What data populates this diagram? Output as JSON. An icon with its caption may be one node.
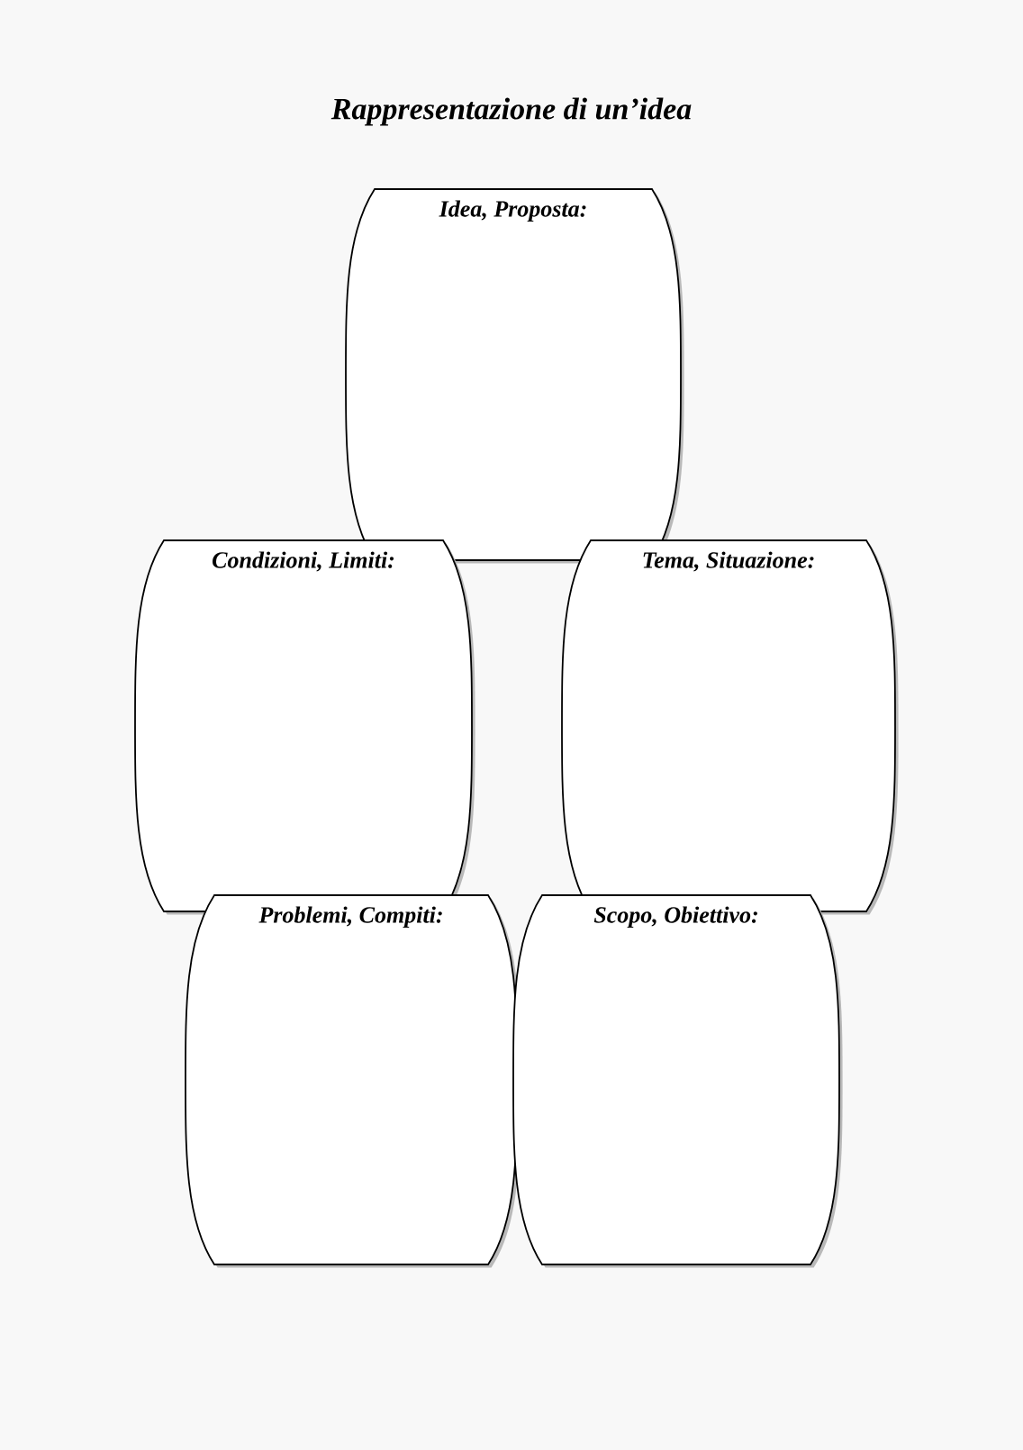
{
  "diagram": {
    "title": "Rappresentazione di un’idea",
    "nodes": [
      {
        "text": [
          "Idea, Proposta:"
        ]
      },
      {
        "text": [
          "Condizioni, Limiti:"
        ]
      },
      {
        "text": [
          "Tema, Situazione:"
        ]
      },
      {
        "text": [
          "Problemi, Compiti:"
        ]
      },
      {
        "text": [
          "Scopo, Obiettivo:"
        ]
      }
    ]
  }
}
